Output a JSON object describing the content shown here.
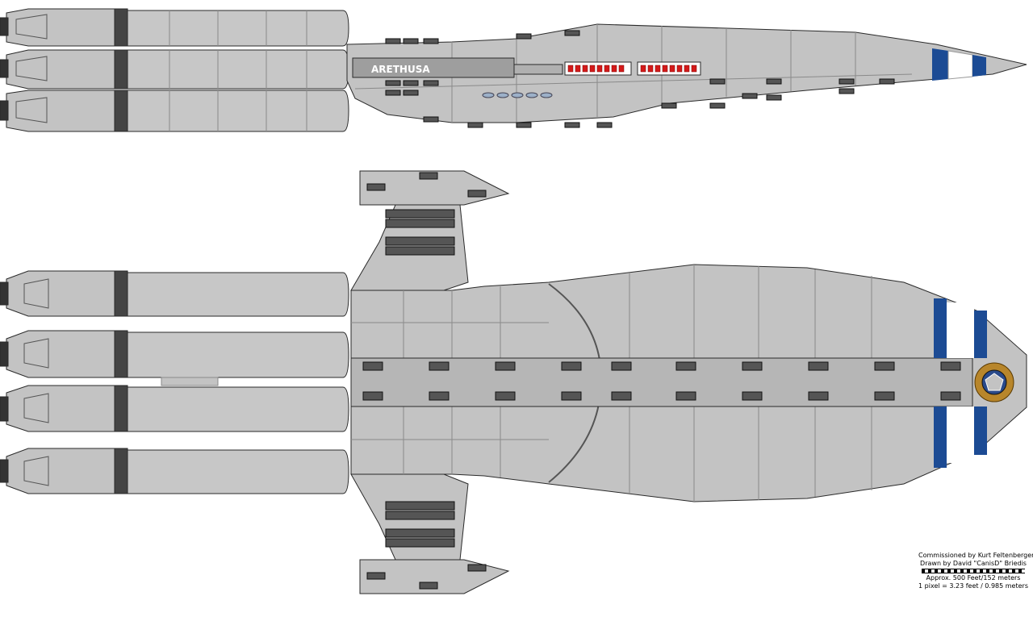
{
  "ship": {
    "name": "ARETHUSA"
  },
  "credits": {
    "commissioned": "Commissioned by Kurt Feltenberger",
    "drawn": "Drawn by David \"CanisD\" Briedis",
    "length": "Approx. 500 Feet/152 meters",
    "pixel_scale": "1 pixel = 3.23 feet / 0.985 meters"
  },
  "colors": {
    "hull": "#c3c3c3",
    "hull_dark": "#9a9a9a",
    "panel_line": "#7d7d7d",
    "outline": "#2a2a2a",
    "stripe_blue": "#1c4b94",
    "stripe_white": "#ffffff",
    "window_red": "#d41a1a",
    "emblem_gold": "#b8862b",
    "emblem_blue": "#2a4a8a"
  },
  "icons": [
    "side-elevation-view",
    "top-plan-view",
    "ship-emblem-icon",
    "scale-bar"
  ]
}
